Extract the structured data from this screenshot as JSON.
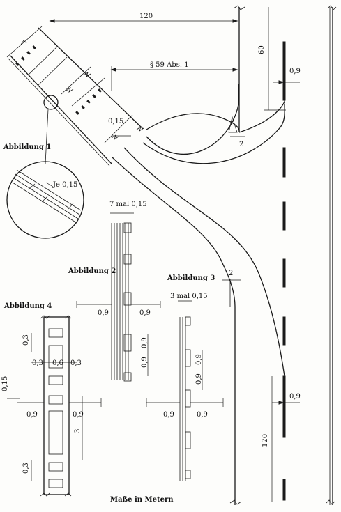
{
  "figures": {
    "fig1": "Abbildung 1",
    "fig2": "Abbildung 2",
    "fig3": "Abbildung 3",
    "fig4": "Abbildung 4"
  },
  "labels": {
    "dim_120_top": "120",
    "section_ref": "§ 59 Abs. 1",
    "dim_60": "60",
    "dim_09": "0,9",
    "dim_015": "0,15",
    "dim_2": "2",
    "je_015": "Je 0,15",
    "seven_times": "7 mal 0,15",
    "three_times": "3 mal 0,15",
    "dim_03": "0,3",
    "dim_06": "0,6",
    "dim_3": "3",
    "dim_120_lower": "120"
  },
  "caption": "Maße in Metern"
}
